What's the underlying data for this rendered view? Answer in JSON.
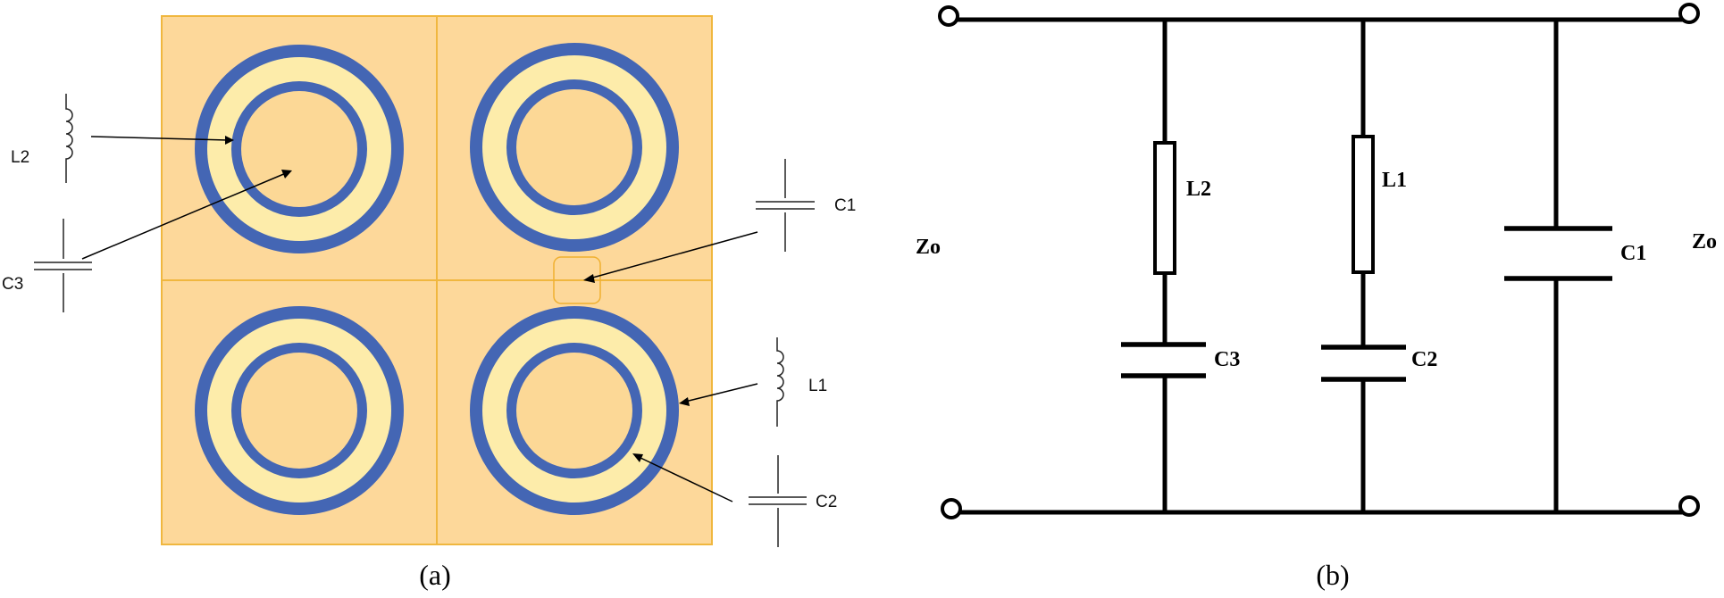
{
  "panel_a": {
    "caption": "(a)",
    "labels": {
      "l2": "L2",
      "c3": "C3",
      "c1": "C1",
      "l1": "L1",
      "c2": "C2"
    },
    "colors": {
      "cell": "#FDD89A",
      "cell_border": "#F0B73F",
      "ring": "#4466B4",
      "gap": "#FDECAA"
    }
  },
  "panel_b": {
    "caption": "(b)",
    "port_left": "Zo",
    "port_right": "Zo",
    "components": {
      "l2": "L2",
      "l1": "L1",
      "c3": "C3",
      "c2": "C2",
      "c1": "C1"
    }
  }
}
